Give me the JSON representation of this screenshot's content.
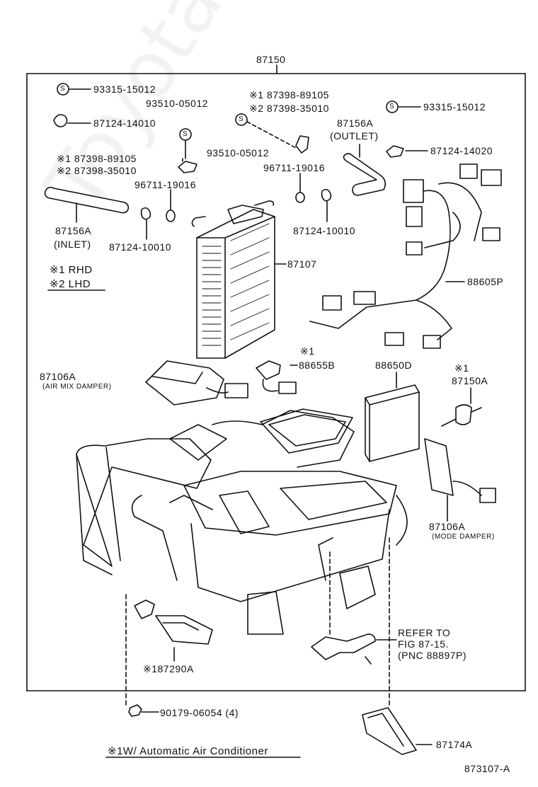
{
  "top_number": "87150",
  "figure_code": "873107-A",
  "watermark": "ToyotaCarMine.ru",
  "notes": {
    "rhd": "※1 RHD",
    "lhd": "※2 LHD",
    "footer": "※1W/ Automatic Air Conditioner"
  },
  "labels": {
    "p93315_left": "93315-15012",
    "p87124_14010": "87124-14010",
    "p93510_upper": "93510-05012",
    "p87398_89105_upper": "※1 87398-89105",
    "p87398_35010_upper": "※2 87398-35010",
    "p87398_89105_left": "※1 87398-89105",
    "p87398_35010_left": "※2 87398-35010",
    "p96711_left": "96711-19016",
    "p93510_mid": "93510-05012",
    "p96711_right": "96711-19016",
    "p87156a_outlet_num": "87156A",
    "p87156a_outlet_txt": "(OUTLET)",
    "p93315_right": "93315-15012",
    "p87124_14020": "87124-14020",
    "p87156a_inlet_num": "87156A",
    "p87156a_inlet_txt": "(INLET)",
    "p87124_10010_left": "87124-10010",
    "p87124_10010_right": "87124-10010",
    "p87107": "87107",
    "p88605p": "88605P",
    "p88655b_mark": "※1",
    "p88655b": "88655B",
    "p87106a_air_num": "87106A",
    "p87106a_air_txt": "(AIR MIX DAMPER)",
    "p88650d": "88650D",
    "p87150a_mark": "※1",
    "p87150a": "87150A",
    "p87106a_mode_num": "87106A",
    "p87106a_mode_txt": "(MODE DAMPER)",
    "refer_1": "REFER TO",
    "refer_2": "FIG 87-15.",
    "refer_3": "(PNC 88897P)",
    "p87290a": "※187290A",
    "p90179": "90179-06054 (4)",
    "p87174a": "87174A",
    "s_mark": "S"
  }
}
